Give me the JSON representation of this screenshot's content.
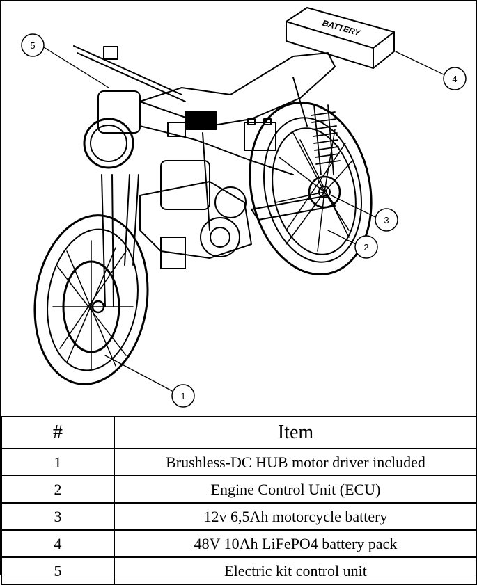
{
  "figure": {
    "battery_label": "BATTERY",
    "callouts": [
      "1",
      "2",
      "3",
      "4",
      "5"
    ]
  },
  "table": {
    "headers": [
      "#",
      "Item"
    ],
    "rows": [
      {
        "num": "1",
        "item": "Brushless-DC HUB motor driver included"
      },
      {
        "num": "2",
        "item": "Engine Control Unit (ECU)"
      },
      {
        "num": "3",
        "item": "12v 6,5Ah motorcycle battery"
      },
      {
        "num": "4",
        "item": "48V 10Ah LiFePO4 battery pack"
      },
      {
        "num": "5",
        "item": "Electric kit control unit"
      }
    ]
  }
}
